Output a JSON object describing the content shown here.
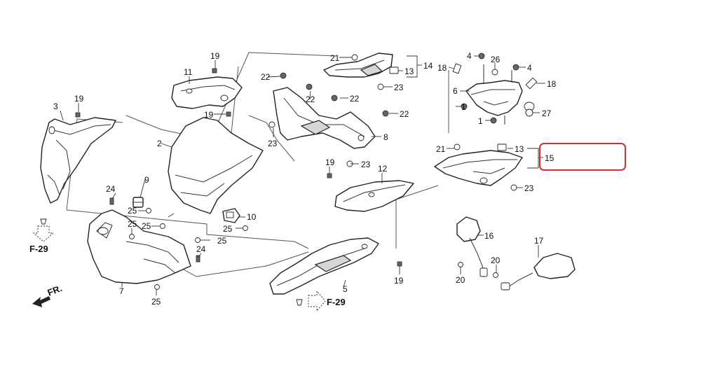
{
  "callouts": [
    {
      "id": "c1",
      "text": "1"
    },
    {
      "id": "c1b",
      "text": "1"
    },
    {
      "id": "c2",
      "text": "2"
    },
    {
      "id": "c3",
      "text": "3"
    },
    {
      "id": "c4a",
      "text": "4"
    },
    {
      "id": "c4b",
      "text": "4"
    },
    {
      "id": "c5",
      "text": "5"
    },
    {
      "id": "c6",
      "text": "6"
    },
    {
      "id": "c7",
      "text": "7"
    },
    {
      "id": "c8",
      "text": "8"
    },
    {
      "id": "c9",
      "text": "9"
    },
    {
      "id": "c10",
      "text": "10"
    },
    {
      "id": "c11",
      "text": "11"
    },
    {
      "id": "c12",
      "text": "12"
    },
    {
      "id": "c13a",
      "text": "13"
    },
    {
      "id": "c13b",
      "text": "13"
    },
    {
      "id": "c14",
      "text": "14"
    },
    {
      "id": "c15",
      "text": "15"
    },
    {
      "id": "c16",
      "text": "16"
    },
    {
      "id": "c17",
      "text": "17"
    },
    {
      "id": "c18a",
      "text": "18"
    },
    {
      "id": "c18b",
      "text": "18"
    },
    {
      "id": "c19a",
      "text": "19"
    },
    {
      "id": "c19b",
      "text": "19"
    },
    {
      "id": "c19c",
      "text": "19"
    },
    {
      "id": "c19d",
      "text": "19"
    },
    {
      "id": "c19e",
      "text": "19"
    },
    {
      "id": "c20a",
      "text": "20"
    },
    {
      "id": "c20b",
      "text": "20"
    },
    {
      "id": "c21a",
      "text": "21"
    },
    {
      "id": "c21b",
      "text": "21"
    },
    {
      "id": "c22a",
      "text": "22"
    },
    {
      "id": "c22b",
      "text": "22"
    },
    {
      "id": "c22c",
      "text": "22"
    },
    {
      "id": "c22d",
      "text": "22"
    },
    {
      "id": "c23a",
      "text": "23"
    },
    {
      "id": "c23b",
      "text": "23"
    },
    {
      "id": "c23c",
      "text": "23"
    },
    {
      "id": "c23d",
      "text": "23"
    },
    {
      "id": "c24a",
      "text": "24"
    },
    {
      "id": "c24b",
      "text": "24"
    },
    {
      "id": "c25a",
      "text": "25"
    },
    {
      "id": "c25b",
      "text": "25"
    },
    {
      "id": "c25c",
      "text": "25"
    },
    {
      "id": "c25d",
      "text": "25"
    },
    {
      "id": "c25e",
      "text": "25"
    },
    {
      "id": "c25f",
      "text": "25"
    },
    {
      "id": "c26",
      "text": "26"
    },
    {
      "id": "c27",
      "text": "27"
    }
  ],
  "references": {
    "f29_left": "F-29",
    "f29_center": "F-29",
    "front": "FR."
  },
  "highlight": {
    "color": "#e0282d"
  }
}
